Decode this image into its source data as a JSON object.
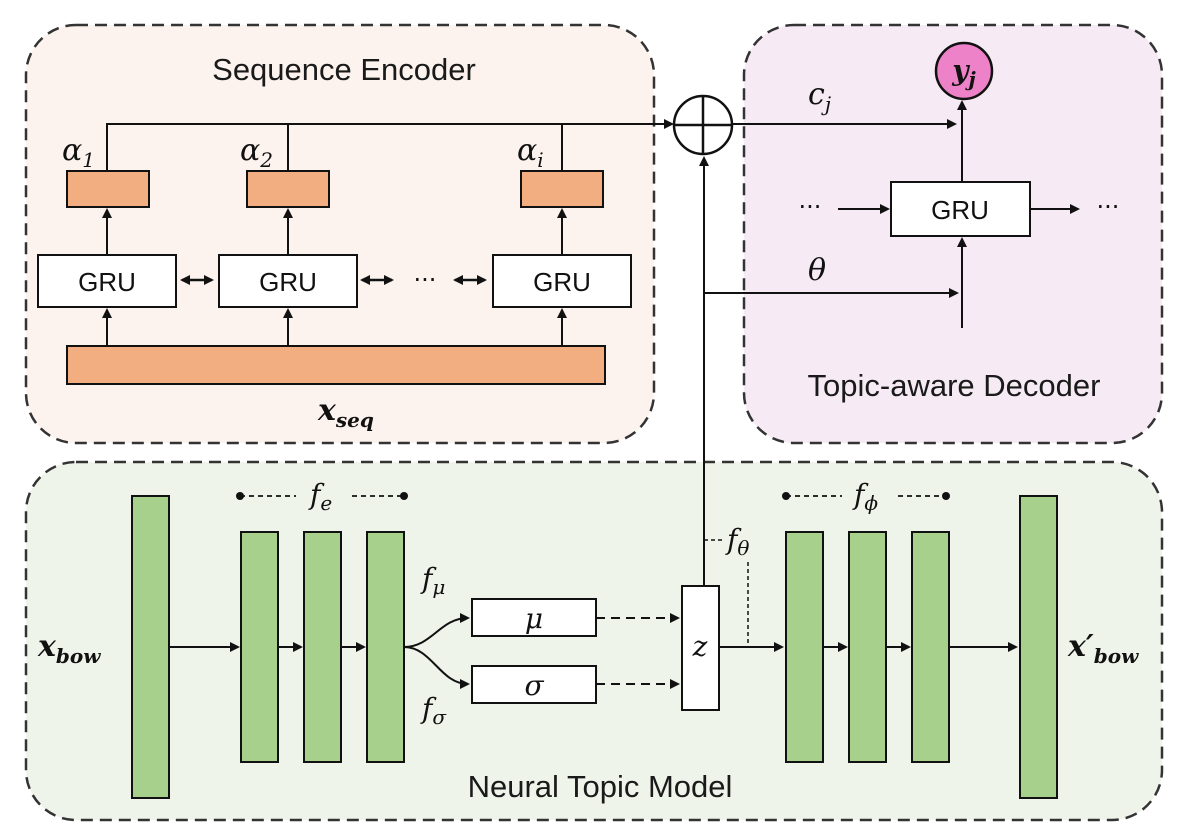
{
  "panels": {
    "encoder_title": "Sequence Encoder",
    "decoder_title": "Topic-aware Decoder",
    "ntm_title": "Neural Topic Model"
  },
  "encoder": {
    "gru_label": "GRU",
    "ellipsis": "···",
    "alpha_symbol": "α",
    "alpha_subs": [
      "1",
      "2",
      "i"
    ],
    "input_label": "x",
    "input_sub": "seq"
  },
  "decoder": {
    "gru_label": "GRU",
    "ellipsis": "···",
    "context_label": "c",
    "context_sub": "j",
    "theta_label": "θ",
    "output_label": "y",
    "output_sub": "j"
  },
  "ntm": {
    "input_label": "x",
    "input_sub": "bow",
    "output_label": "x′",
    "output_sub": "bow",
    "fe_label": "f",
    "fe_sub": "e",
    "fphi_label": "f",
    "fphi_sub": "ϕ",
    "ftheta_label": "f",
    "ftheta_sub": "θ",
    "fmu_label": "f",
    "fmu_sub": "μ",
    "fsigma_label": "f",
    "fsigma_sub": "σ",
    "mu_label": "μ",
    "sigma_label": "σ",
    "z_label": "z"
  },
  "colors": {
    "encoder_bg": "#fdf3ee",
    "decoder_bg": "#f6eaf4",
    "ntm_bg": "#eff4ea",
    "orange": "#f2ae80",
    "green": "#a8d08d",
    "pink": "#ee82c8"
  }
}
